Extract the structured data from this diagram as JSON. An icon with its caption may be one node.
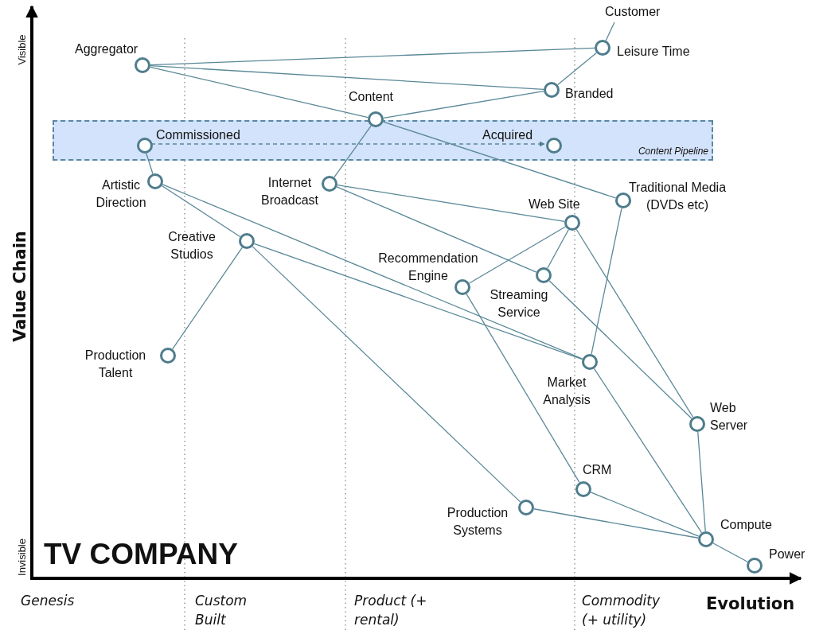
{
  "diagram": {
    "title": "TV COMPANY",
    "nodes": [
      {
        "text": [
          "Customer"
        ]
      },
      {
        "text": [
          "Aggregator"
        ]
      },
      {
        "text": [
          "Leisure Time"
        ]
      },
      {
        "text": [
          "Branded"
        ]
      },
      {
        "text": [
          "Content"
        ]
      },
      {
        "text": [
          "Content Pipeline"
        ]
      },
      {
        "text": [
          "Commissioned"
        ],
        "in": 5
      },
      {
        "text": [
          "Acquired"
        ],
        "in": 5
      },
      {
        "text": [
          "Artistic Direction"
        ]
      },
      {
        "text": [
          "Internet Broadcast"
        ]
      },
      {
        "text": [
          "Traditional Media (DVDs etc)"
        ]
      },
      {
        "text": [
          "Web Site"
        ]
      },
      {
        "text": [
          "Creative Studios"
        ]
      },
      {
        "text": [
          "Recommendation Engine"
        ]
      },
      {
        "text": [
          "Streaming Service"
        ]
      },
      {
        "text": [
          "Production Talent"
        ]
      },
      {
        "text": [
          "Market Analysis"
        ]
      },
      {
        "text": [
          "Web Server"
        ]
      },
      {
        "text": [
          "CRM"
        ]
      },
      {
        "text": [
          "Production Systems"
        ]
      },
      {
        "text": [
          "Compute"
        ]
      },
      {
        "text": [
          "Power"
        ]
      }
    ],
    "edges": [
      {
        "from": 0,
        "to": 2,
        "arrow": "none"
      },
      {
        "from": 1,
        "to": 2,
        "arrow": "none"
      },
      {
        "from": 1,
        "to": 3,
        "arrow": "none"
      },
      {
        "from": 1,
        "to": 4,
        "arrow": "none"
      },
      {
        "from": 2,
        "to": 3,
        "arrow": "none"
      },
      {
        "from": 3,
        "to": 4,
        "arrow": "none"
      },
      {
        "from": 4,
        "to": 9,
        "arrow": "none"
      },
      {
        "from": 4,
        "to": 10,
        "arrow": "none"
      },
      {
        "from": 6,
        "to": 7,
        "arrow": "to",
        "style": "dashed"
      },
      {
        "from": 6,
        "to": 8,
        "arrow": "none"
      },
      {
        "from": 8,
        "to": 12,
        "arrow": "none"
      },
      {
        "from": 8,
        "to": 16,
        "arrow": "none"
      },
      {
        "from": 9,
        "to": 11,
        "arrow": "none"
      },
      {
        "from": 9,
        "to": 14,
        "arrow": "none"
      },
      {
        "from": 10,
        "to": 16,
        "arrow": "none"
      },
      {
        "from": 11,
        "to": 13,
        "arrow": "none"
      },
      {
        "from": 11,
        "to": 14,
        "arrow": "none"
      },
      {
        "from": 11,
        "to": 17,
        "arrow": "none"
      },
      {
        "from": 12,
        "to": 15,
        "arrow": "none"
      },
      {
        "from": 12,
        "to": 16,
        "arrow": "none"
      },
      {
        "from": 12,
        "to": 19,
        "arrow": "none"
      },
      {
        "from": 13,
        "to": 18,
        "arrow": "none"
      },
      {
        "from": 14,
        "to": 17,
        "arrow": "none"
      },
      {
        "from": 16,
        "to": 20,
        "arrow": "none"
      },
      {
        "from": 17,
        "to": 20,
        "arrow": "none"
      },
      {
        "from": 18,
        "to": 20,
        "arrow": "none"
      },
      {
        "from": 19,
        "to": 20,
        "arrow": "none"
      },
      {
        "from": 20,
        "to": 21,
        "arrow": "none"
      }
    ],
    "labels": [
      "Visible",
      "Value Chain",
      "Invisible",
      "Genesis",
      "Custom Built",
      "Product (+ rental)",
      "Commodity (+ utility)",
      "Evolution"
    ]
  }
}
